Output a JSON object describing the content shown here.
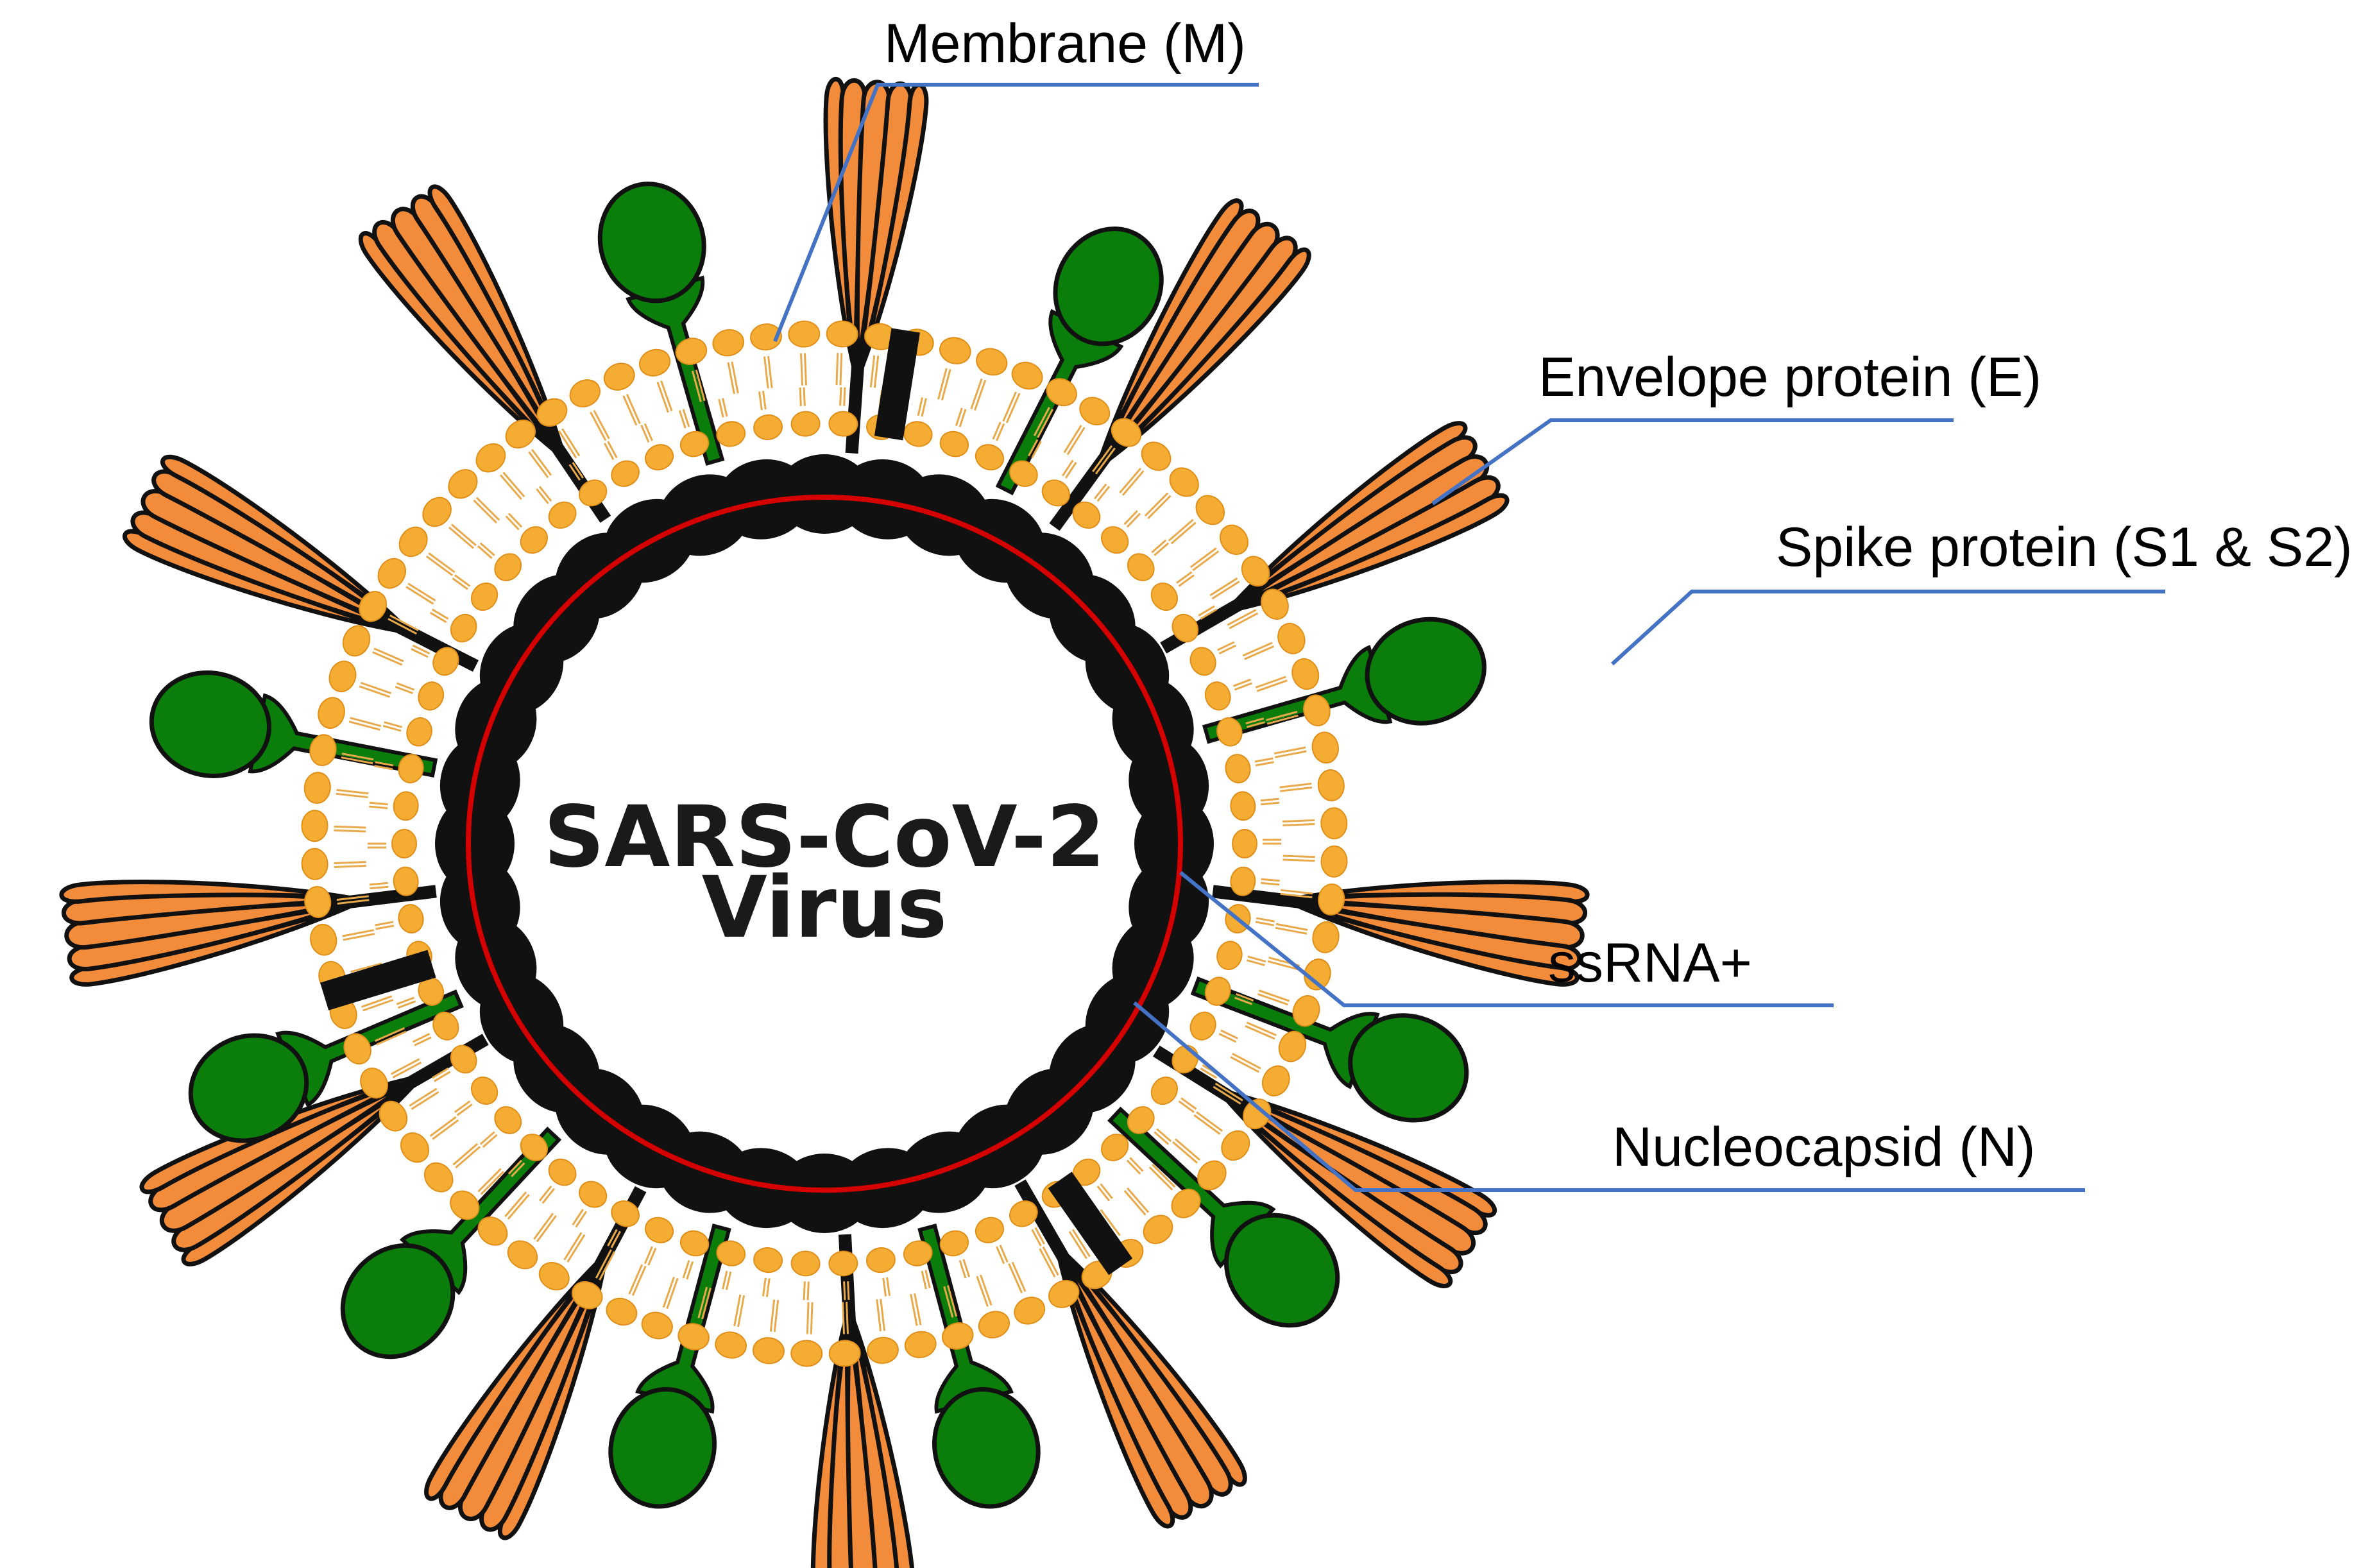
{
  "title": {
    "line1": "SARS-CoV-2",
    "line2": "Virus"
  },
  "labels": {
    "membrane": "Membrane (M)",
    "envelope": "Envelope protein (E)",
    "spike": "Spike protein (S1 & S2)",
    "rna": "ssRNA+",
    "nucleocapsid": "Nucleocapsid (N)"
  },
  "colors": {
    "spike_fill": "#f28c3b",
    "envelope_fill": "#0b7d0b",
    "lipid_head": "#f5ac33",
    "lipid_tail": "#e8a94a",
    "nucleocapsid": "#111111",
    "rna": "#d40000",
    "leader_line": "#4472c4",
    "membrane_protein": "#111111"
  }
}
